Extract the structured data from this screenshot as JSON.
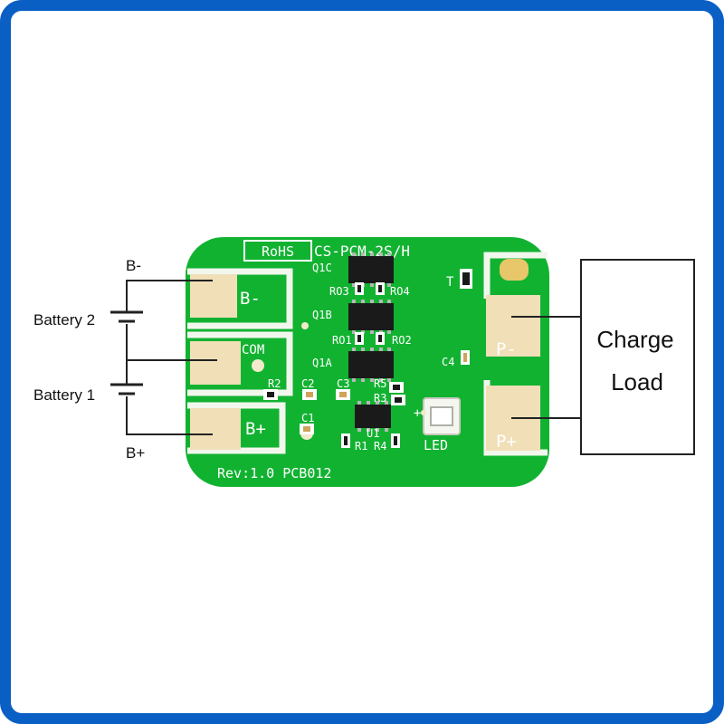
{
  "colors": {
    "frame": "#0a5fc4",
    "pcb_green": "#12b231",
    "pad": "#f1dfb8",
    "silkscreen": "#ffffff",
    "wire": "#222222"
  },
  "board": {
    "rohs": "RoHS",
    "model": "CS-PCM-2S/H",
    "revision": "Rev:1.0 PCB012",
    "pads": {
      "b_minus": "B-",
      "com": "COM",
      "b_plus": "B+",
      "p_minus": "P-",
      "p_plus": "P+"
    },
    "components": {
      "q1c": "Q1C",
      "q1b": "Q1B",
      "q1a": "Q1A",
      "ro3": "RO3",
      "ro4": "RO4",
      "ro1": "RO1",
      "ro2": "RO2",
      "r2": "R2",
      "c2": "C2",
      "c3": "C3",
      "r5": "R5",
      "r3": "R3",
      "c1": "C1",
      "u1": "U1",
      "r1": "R1",
      "r4": "R4",
      "c4": "C4",
      "t": "T",
      "led": "LED",
      "plus_mark": "+"
    }
  },
  "labels": {
    "b_minus": "B-",
    "battery_2": "Battery 2",
    "battery_1": "Battery 1",
    "b_plus": "B+",
    "charge": "Charge",
    "load": "Load"
  }
}
